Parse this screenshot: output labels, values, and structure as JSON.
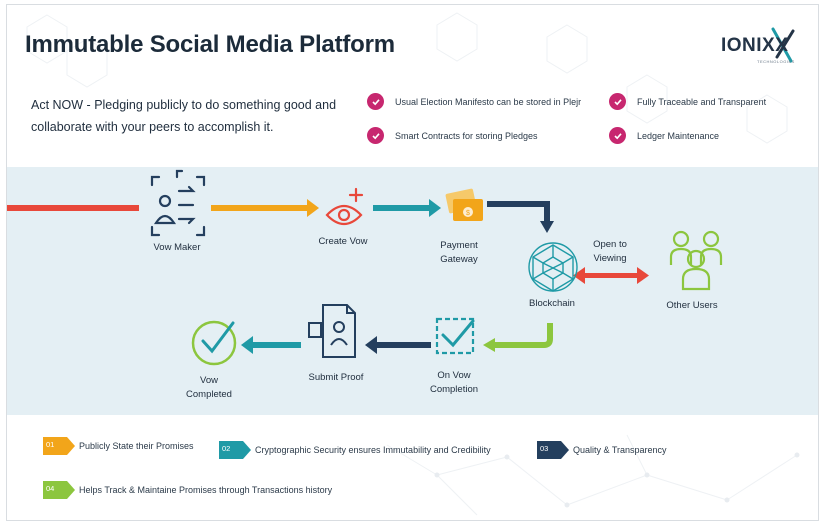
{
  "title": "Immutable Social Media Platform",
  "logo": {
    "name": "IONIXX",
    "tagline": "TECHNOLOGIES"
  },
  "intro_text": "Act NOW -  Pledging publicly to do something good and collaborate with your peers to accomplish it.",
  "features": [
    {
      "label": "Usual Election Manifesto can be stored in Plejr"
    },
    {
      "label": "Fully Traceable and Transparent"
    },
    {
      "label": "Smart Contracts for storing Pledges"
    },
    {
      "label": "Ledger Maintenance"
    }
  ],
  "flow": {
    "vow_maker": "Vow Maker",
    "create_vow": "Create Vow",
    "payment_gateway": "Payment Gateway",
    "blockchain": "Blockchain",
    "open_to_viewing": "Open to Viewing",
    "other_users": "Other Users",
    "on_vow_completion": "On Vow Completion",
    "submit_proof": "Submit Proof",
    "vow_completed": "Vow Completed"
  },
  "footer": [
    {
      "num": "01",
      "label": "Publicly State their Promises",
      "color": "#f2a51a"
    },
    {
      "num": "02",
      "label": "Cryptographic Security ensures Immutability and Credibility",
      "color": "#1f9aa6"
    },
    {
      "num": "03",
      "label": "Quality & Transparency",
      "color": "#243f5e"
    },
    {
      "num": "04",
      "label": "Helps Track & Maintaine Promises through Transactions history",
      "color": "#8cc63e"
    }
  ],
  "colors": {
    "red": "#e8483a",
    "orange": "#f2a51a",
    "teal": "#1f9aa6",
    "navy": "#243f5e",
    "green": "#8cc63e",
    "magenta": "#c7276f"
  }
}
